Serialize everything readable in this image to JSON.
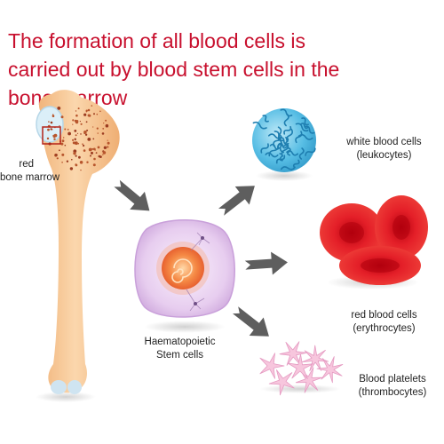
{
  "title_lines": [
    "The formation of all blood cells is",
    "carried out by blood stem cells in the",
    "bone marrow"
  ],
  "labels": {
    "marrow": [
      "red",
      "bone marrow"
    ],
    "stem": [
      "Haematopoietic",
      "Stem cells"
    ],
    "wbc": [
      "white blood cells",
      "(leukocytes)"
    ],
    "rbc": [
      "red blood cells",
      "(erythrocytes)"
    ],
    "platelets": [
      "Blood platelets",
      "(thrombocytes)"
    ]
  },
  "icons": {
    "bone": "femur-bone-icon",
    "stem": "stem-cell-icon",
    "wbc": "white-blood-cell-icon",
    "rbc": "red-blood-cells-icon",
    "platelets": "platelets-icon",
    "arrow": "process-arrow-icon"
  },
  "colors": {
    "title": "#c8102e",
    "bone": "#f6c38f",
    "marrow": "#9b3b20",
    "wbc": "#4fb8e0",
    "rbc": "#e31b23",
    "stem_cell": "#e9d3ef",
    "nucleus": "#f07a3a",
    "platelet": "#f7c6dd",
    "arrow": "#5e5e5e"
  }
}
